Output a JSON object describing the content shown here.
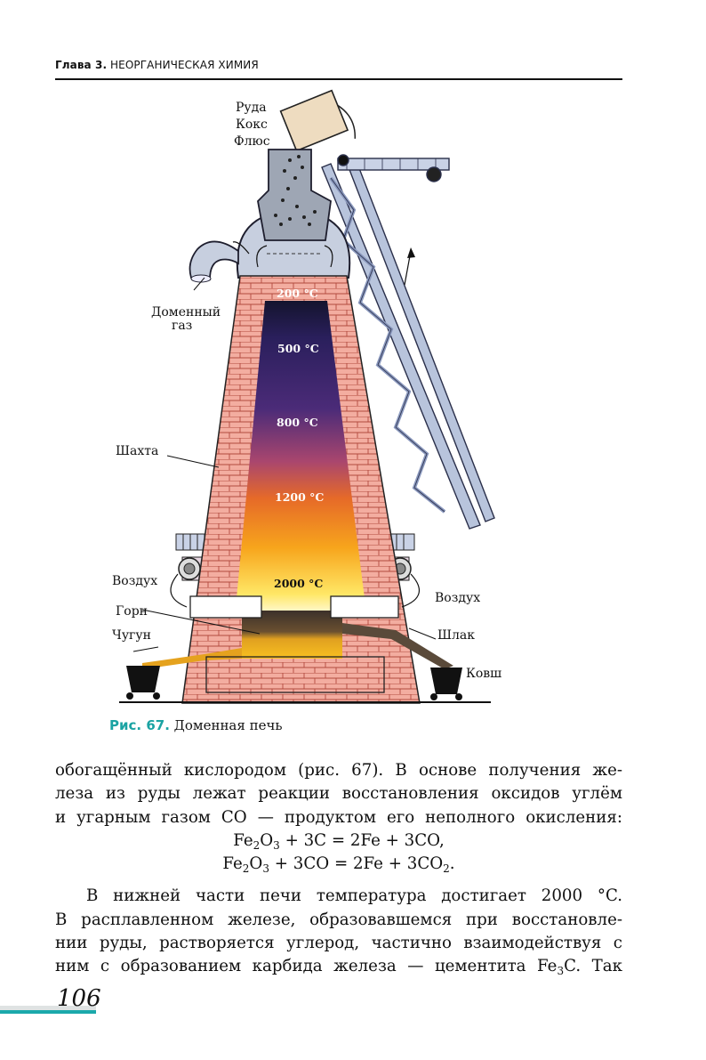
{
  "header": {
    "chapter": "Глава 3.",
    "title": "НЕОРГАНИЧЕСКАЯ ХИМИЯ"
  },
  "figure": {
    "labels": {
      "ore": "Руда",
      "coke": "Кокс",
      "flux": "Флюс",
      "gas_1": "Доменный",
      "gas_2": "газ",
      "shaft": "Шахта",
      "air_left": "Воздух",
      "air_right": "Воздух",
      "hearth": "Горн",
      "pig_iron": "Чугун",
      "slag": "Шлак",
      "ladle": "Ковш"
    },
    "temperatures": [
      "200 °C",
      "500 °C",
      "800 °C",
      "1200 °C",
      "2000 °C"
    ],
    "caption_num": "Рис. 67.",
    "caption_text": "Доменная печь"
  },
  "text": {
    "p1": [
      "обогащённый кислородом (рис. 67). В основе получения же-",
      "леза из руды лежат реакции восстановления оксидов углём",
      "и угарным газом CO — продуктом его неполного окисления:"
    ],
    "eq1": {
      "a": "Fe",
      "s1": "2",
      "b": "O",
      "s2": "3",
      "c": " + 3C = 2Fe + 3CO,"
    },
    "eq2": {
      "a": "Fe",
      "s1": "2",
      "b": "O",
      "s2": "3",
      "c": " + 3CO = 2Fe + 3CO",
      "s3": "2",
      "d": "."
    },
    "p2": [
      "В нижней части печи температура достигает 2000 °C.",
      "В расплавленном железе, образовавшемся при восстановле-",
      "нии руды, растворяется углерод, частично взаимодействуя с"
    ],
    "p2_last": {
      "a": "ним с образованием карбида железа — цементита Fe",
      "s": "3",
      "b": "C. Так"
    }
  },
  "page_number": "106"
}
